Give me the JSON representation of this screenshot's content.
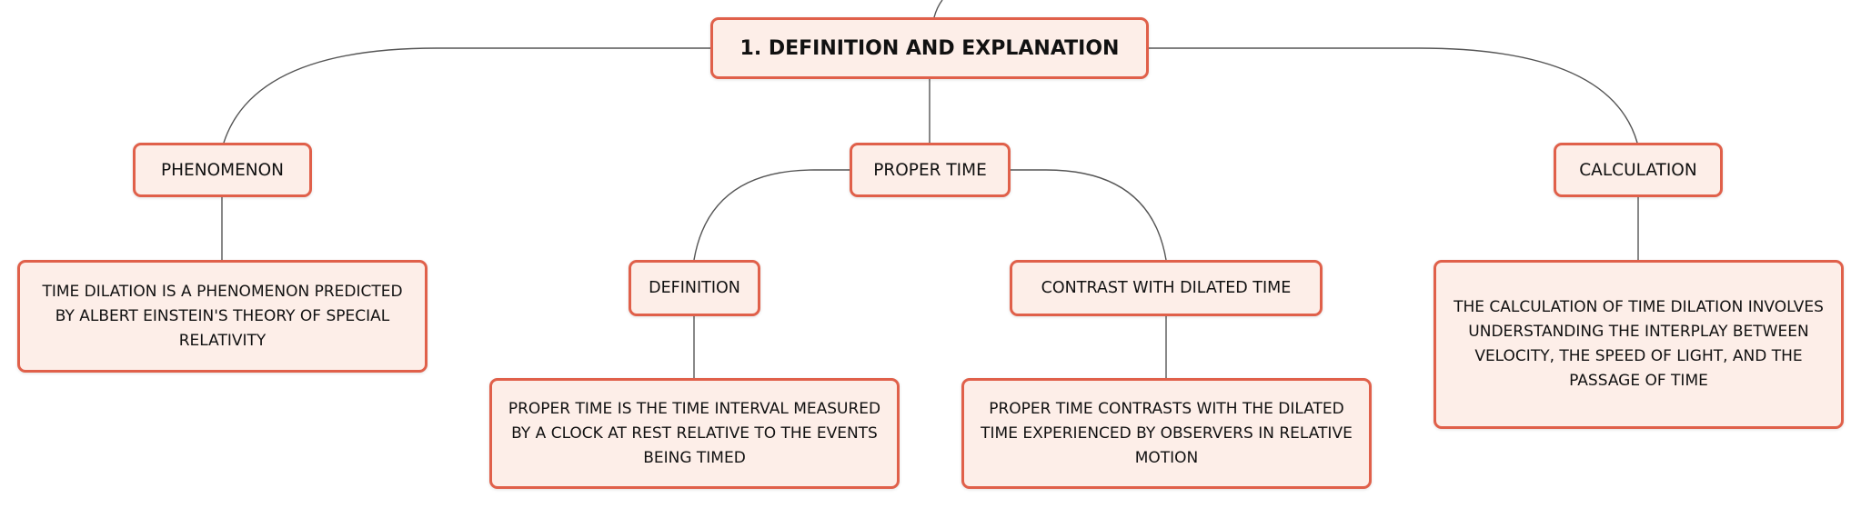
{
  "diagram": {
    "colors": {
      "node_fill": "#fdeee8",
      "node_border": "#e0604a",
      "connector": "#555555",
      "text": "#111111"
    },
    "root": {
      "label": "1. DEFINITION AND EXPLANATION"
    },
    "phenomenon": {
      "label": "PHENOMENON",
      "description": "TIME DILATION IS A PHENOMENON PREDICTED BY ALBERT EINSTEIN'S THEORY OF SPECIAL RELATIVITY"
    },
    "proper_time": {
      "label": "PROPER TIME",
      "definition": {
        "label": "DEFINITION",
        "description": "PROPER TIME IS THE TIME INTERVAL MEASURED BY A CLOCK AT REST RELATIVE TO THE EVENTS BEING TIMED"
      },
      "contrast": {
        "label": "CONTRAST WITH DILATED TIME",
        "description": "PROPER TIME CONTRASTS WITH THE DILATED TIME EXPERIENCED BY OBSERVERS IN RELATIVE MOTION"
      }
    },
    "calculation": {
      "label": "CALCULATION",
      "description": "THE CALCULATION OF TIME DILATION INVOLVES UNDERSTANDING THE INTERPLAY BETWEEN VELOCITY, THE SPEED OF LIGHT, AND THE PASSAGE OF TIME"
    }
  }
}
